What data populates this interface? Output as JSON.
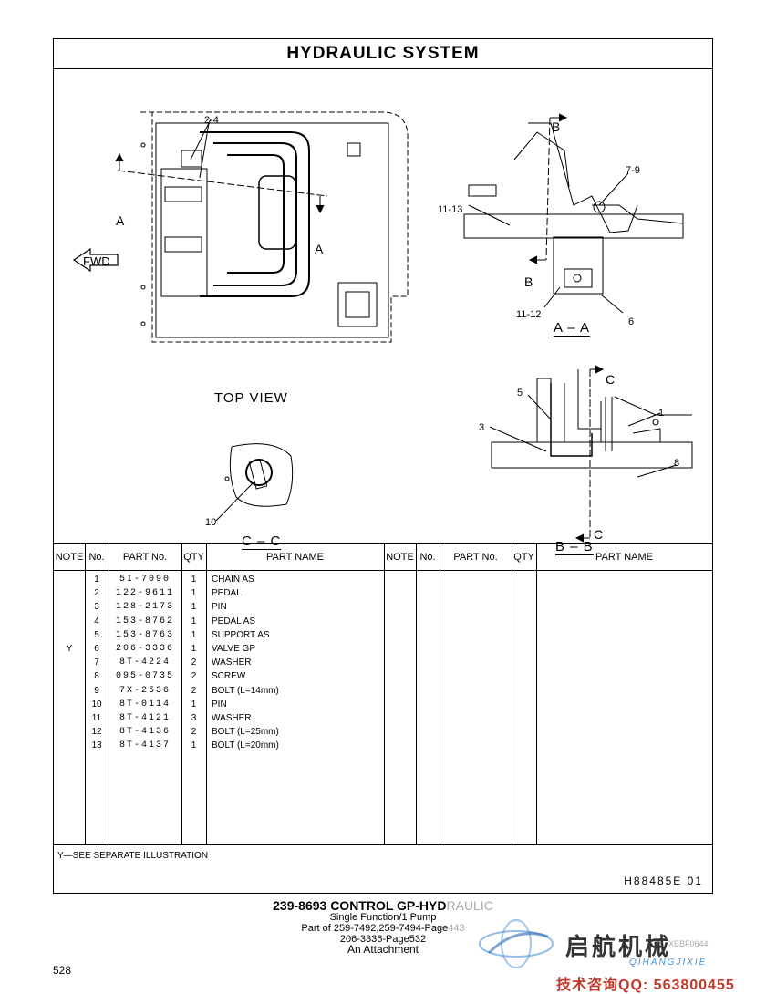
{
  "title": "HYDRAULIC  SYSTEM",
  "views": {
    "top_view": "TOP  VIEW",
    "section_aa": "A – A",
    "section_bb": "B – B",
    "section_cc": "C – C",
    "fwd": "FWD"
  },
  "callouts": [
    "2-4",
    "A",
    "A",
    "B",
    "B",
    "7-9",
    "11-13",
    "11-12",
    "6",
    "C",
    "C",
    "5",
    "3",
    "1",
    "8",
    "10"
  ],
  "table": {
    "headers": {
      "note": "NOTE",
      "no": "No.",
      "part_no": "PART No.",
      "qty": "QTY",
      "part_name": "PART NAME"
    },
    "rows": [
      {
        "note": "",
        "no": "1",
        "part_no": "5I-7090",
        "qty": "1",
        "name": "CHAIN AS"
      },
      {
        "note": "",
        "no": "2",
        "part_no": "122-9611",
        "qty": "1",
        "name": "PEDAL"
      },
      {
        "note": "",
        "no": "3",
        "part_no": "128-2173",
        "qty": "1",
        "name": "PIN"
      },
      {
        "note": "",
        "no": "4",
        "part_no": "153-8762",
        "qty": "1",
        "name": "PEDAL AS"
      },
      {
        "note": "",
        "no": "5",
        "part_no": "153-8763",
        "qty": "1",
        "name": "SUPPORT AS"
      },
      {
        "note": "Y",
        "no": "6",
        "part_no": "206-3336",
        "qty": "1",
        "name": "VALVE GP"
      },
      {
        "note": "",
        "no": "7",
        "part_no": "8T-4224",
        "qty": "2",
        "name": "WASHER"
      },
      {
        "note": "",
        "no": "8",
        "part_no": "095-0735",
        "qty": "2",
        "name": "SCREW"
      },
      {
        "note": "",
        "no": "9",
        "part_no": "7X-2536",
        "qty": "2",
        "name": "BOLT (L=14mm)"
      },
      {
        "note": "",
        "no": "10",
        "part_no": "8T-0114",
        "qty": "1",
        "name": "PIN"
      },
      {
        "note": "",
        "no": "11",
        "part_no": "8T-4121",
        "qty": "3",
        "name": "WASHER"
      },
      {
        "note": "",
        "no": "12",
        "part_no": "8T-4136",
        "qty": "2",
        "name": "BOLT (L=25mm)"
      },
      {
        "note": "",
        "no": "13",
        "part_no": "8T-4137",
        "qty": "1",
        "name": "BOLT (L=20mm)"
      }
    ]
  },
  "footnote": "Y—SEE SEPARATE ILLUSTRATION",
  "doc_id": "H88485E   01",
  "caption": {
    "line1_main": "239-8693  CONTROL GP-HYD",
    "line1_faded": "RAULIC",
    "line2": "Single  Function/1  Pump",
    "line3_main": "Part of 259-7492,259-7494-Page",
    "line3_faded": "443",
    "line4": "206-3336-Page532",
    "line5": "An Attachment"
  },
  "page_number": "528",
  "watermark": {
    "brand_cn": "启航机械",
    "brand_en": "QIHANGJIXIE",
    "code": "XEBF0644",
    "contact": "技术咨询QQ: 563800455"
  },
  "colors": {
    "line": "#000000",
    "watermark_red": "#c0392b",
    "watermark_blue": "#4a90d9"
  }
}
